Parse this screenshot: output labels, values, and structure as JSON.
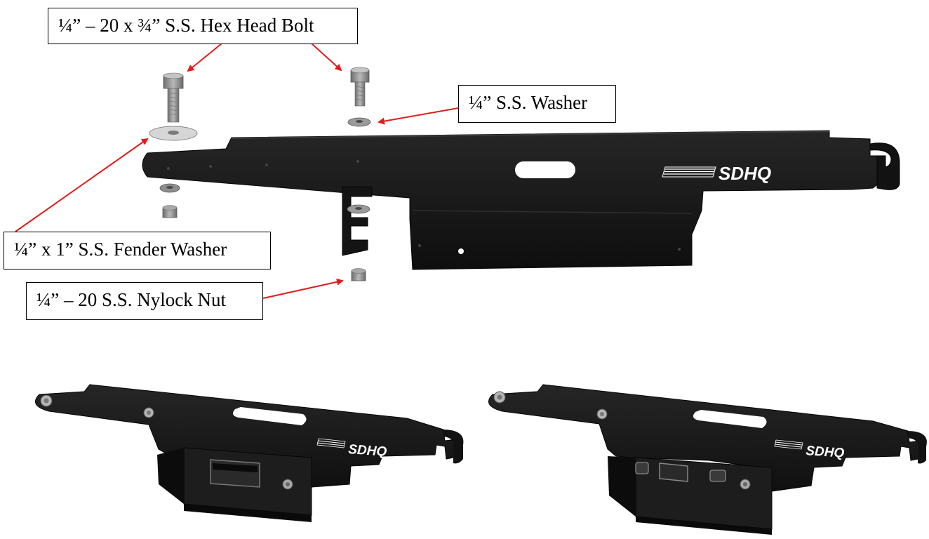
{
  "callouts": {
    "hex_bolt": "¼” – 20 x ¾” S.S. Hex Head Bolt",
    "washer": "¼” S.S. Washer",
    "fender_washer": "¼” x 1” S.S. Fender Washer",
    "nylock_nut": "¼” – 20 S.S. Nylock Nut"
  },
  "brand": {
    "logo_text": "SDHQ"
  },
  "colors": {
    "part": "#151515",
    "hardware": "#9a9a9a",
    "arrow": "#e41b1b"
  }
}
